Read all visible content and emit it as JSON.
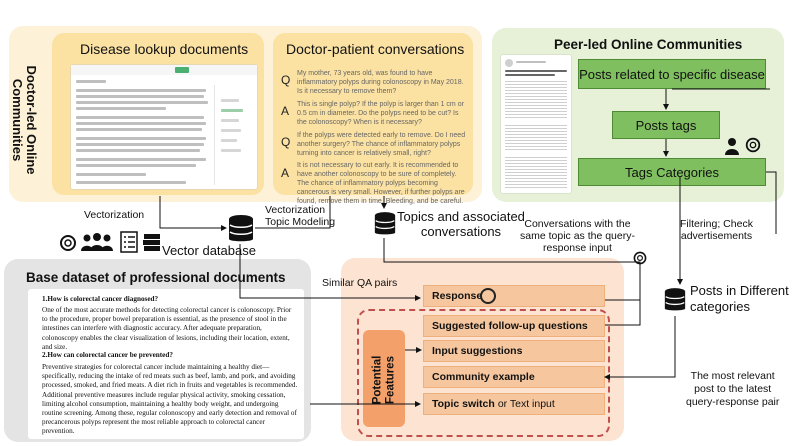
{
  "left_panel": {
    "section_title": "Doctor-led Online Communities",
    "disease_title": "Disease lookup documents",
    "conv_title": "Doctor-patient conversations",
    "qa_markers": [
      "Q",
      "A",
      "Q",
      "A"
    ],
    "qa_texts": [
      "My mother, 73 years old, was found to have inflammatory polyps during colonoscopy in May 2018. Is it necessary to remove them?",
      "This is single polyp? If the polyp is larger than 1 cm or 0.5 cm in diameter. Do the polyps need to be cut? Is the colonoscopy? When is it necessary?",
      "If the polyps were detected early to remove. Do I need another surgery? The chance of inflammatory polyps turning into cancer is relatively small, right?",
      "It is not necessary to cut early. It is recommended to have another colonoscopy to be sure of completely. The chance of inflammatory polyps becoming cancerous is very small. However, if further polyps are found, remove them in time. Bleeding, and be careful."
    ]
  },
  "right_panel": {
    "title": "Peer-led Online Communities",
    "box1": "Posts related to specific disease",
    "box2": "Posts tags",
    "box3": "Tags Categories"
  },
  "labels": {
    "vectorization": "Vectorization",
    "vectorization_topic": "Vectorization\nTopic Modeling",
    "topics": "Topics and associated\nconversations",
    "conversations_same": "Conversations with the\nsame topic as the query-\nresponse input",
    "filtering": "Filtering; Check\nadvertisements",
    "vector_db": "Vector database",
    "posts_categories": "Posts in Different\ncategories",
    "similar_qa": "Similar QA pairs",
    "most_relevant": "The most relevant\npost to the latest\nquery-response pair"
  },
  "base_panel": {
    "title": "Base dataset of professional documents",
    "q1": "1.How is colorectal cancer diagnosed?",
    "p1": "One of the most accurate methods for detecting colorectal cancer is colonoscopy. Prior to the procedure, proper bowel preparation is essential, as the presence of stool in the intestines can interfere with diagnostic accuracy. After adequate preparation, colonoscopy enables the clear visualization of lesions, including their location, extent, and size.",
    "q2": "2.How can colorectal cancer be prevented?",
    "p2": "Preventive strategies for colorectal cancer include maintaining a healthy diet—specifically, reducing the intake of red meats such as beef, lamb, and pork, and avoiding processed, smoked, and fried meats. A diet rich in fruits and vegetables is recommended. Additional preventive measures include regular physical activity, smoking cessation, limiting alcohol consumption, maintaining a healthy body weight, and undergoing routine screening. Among these, regular colonoscopy and early detection and removal of precancerous polyps represent the most reliable approach to colorectal cancer prevention."
  },
  "features": {
    "label": "Potential\nFeatures",
    "response": "Response",
    "followup": "Suggested follow-up questions",
    "input_suggestions": "Input suggestions",
    "community": "Community example",
    "topic_switch_bold": "Topic switch",
    "topic_switch_rest": " or Text input"
  },
  "colors": {
    "yellow_bg": "#fdf1d8",
    "yellow_inner": "#fbe2a3",
    "green_bg": "#e6f1d8",
    "green_box": "#7fbf5f",
    "gray_bg": "#e4e4e4",
    "peach_bg": "#fde4d2",
    "orange_box": "#f6c79f",
    "dashed": "#c0504d"
  }
}
